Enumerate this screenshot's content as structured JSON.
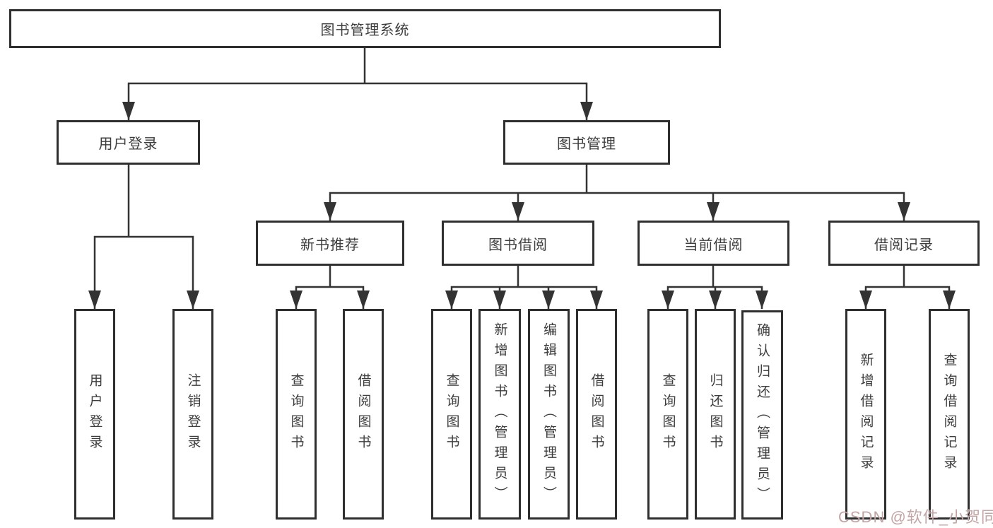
{
  "diagram": {
    "root": {
      "label": "图书管理系统"
    },
    "branches": [
      {
        "label": "用户登录",
        "children": [
          {
            "label": "用户登录"
          },
          {
            "label": "注销登录"
          }
        ]
      },
      {
        "label": "图书管理",
        "children": [
          {
            "label": "新书推荐",
            "children": [
              {
                "label": "查询图书"
              },
              {
                "label": "借阅图书"
              }
            ]
          },
          {
            "label": "图书借阅",
            "children": [
              {
                "label": "查询图书"
              },
              {
                "label": "新增图书（管理员）"
              },
              {
                "label": "编辑图书（管理员）"
              },
              {
                "label": "借阅图书"
              }
            ]
          },
          {
            "label": "当前借阅",
            "children": [
              {
                "label": "查询图书"
              },
              {
                "label": "归还图书"
              },
              {
                "label": "确认归还（管理员）"
              }
            ]
          },
          {
            "label": "借阅记录",
            "children": [
              {
                "label": "新增借阅记录"
              },
              {
                "label": "查询借阅记录"
              }
            ]
          }
        ]
      }
    ]
  },
  "watermark": {
    "text": "CSDN @软件_小贺同学"
  },
  "colors": {
    "line": "#333333",
    "box_border": "#2f2f2f",
    "text": "#3d3d3d",
    "background": "#ffffff",
    "watermark": "#c4a4a4"
  }
}
